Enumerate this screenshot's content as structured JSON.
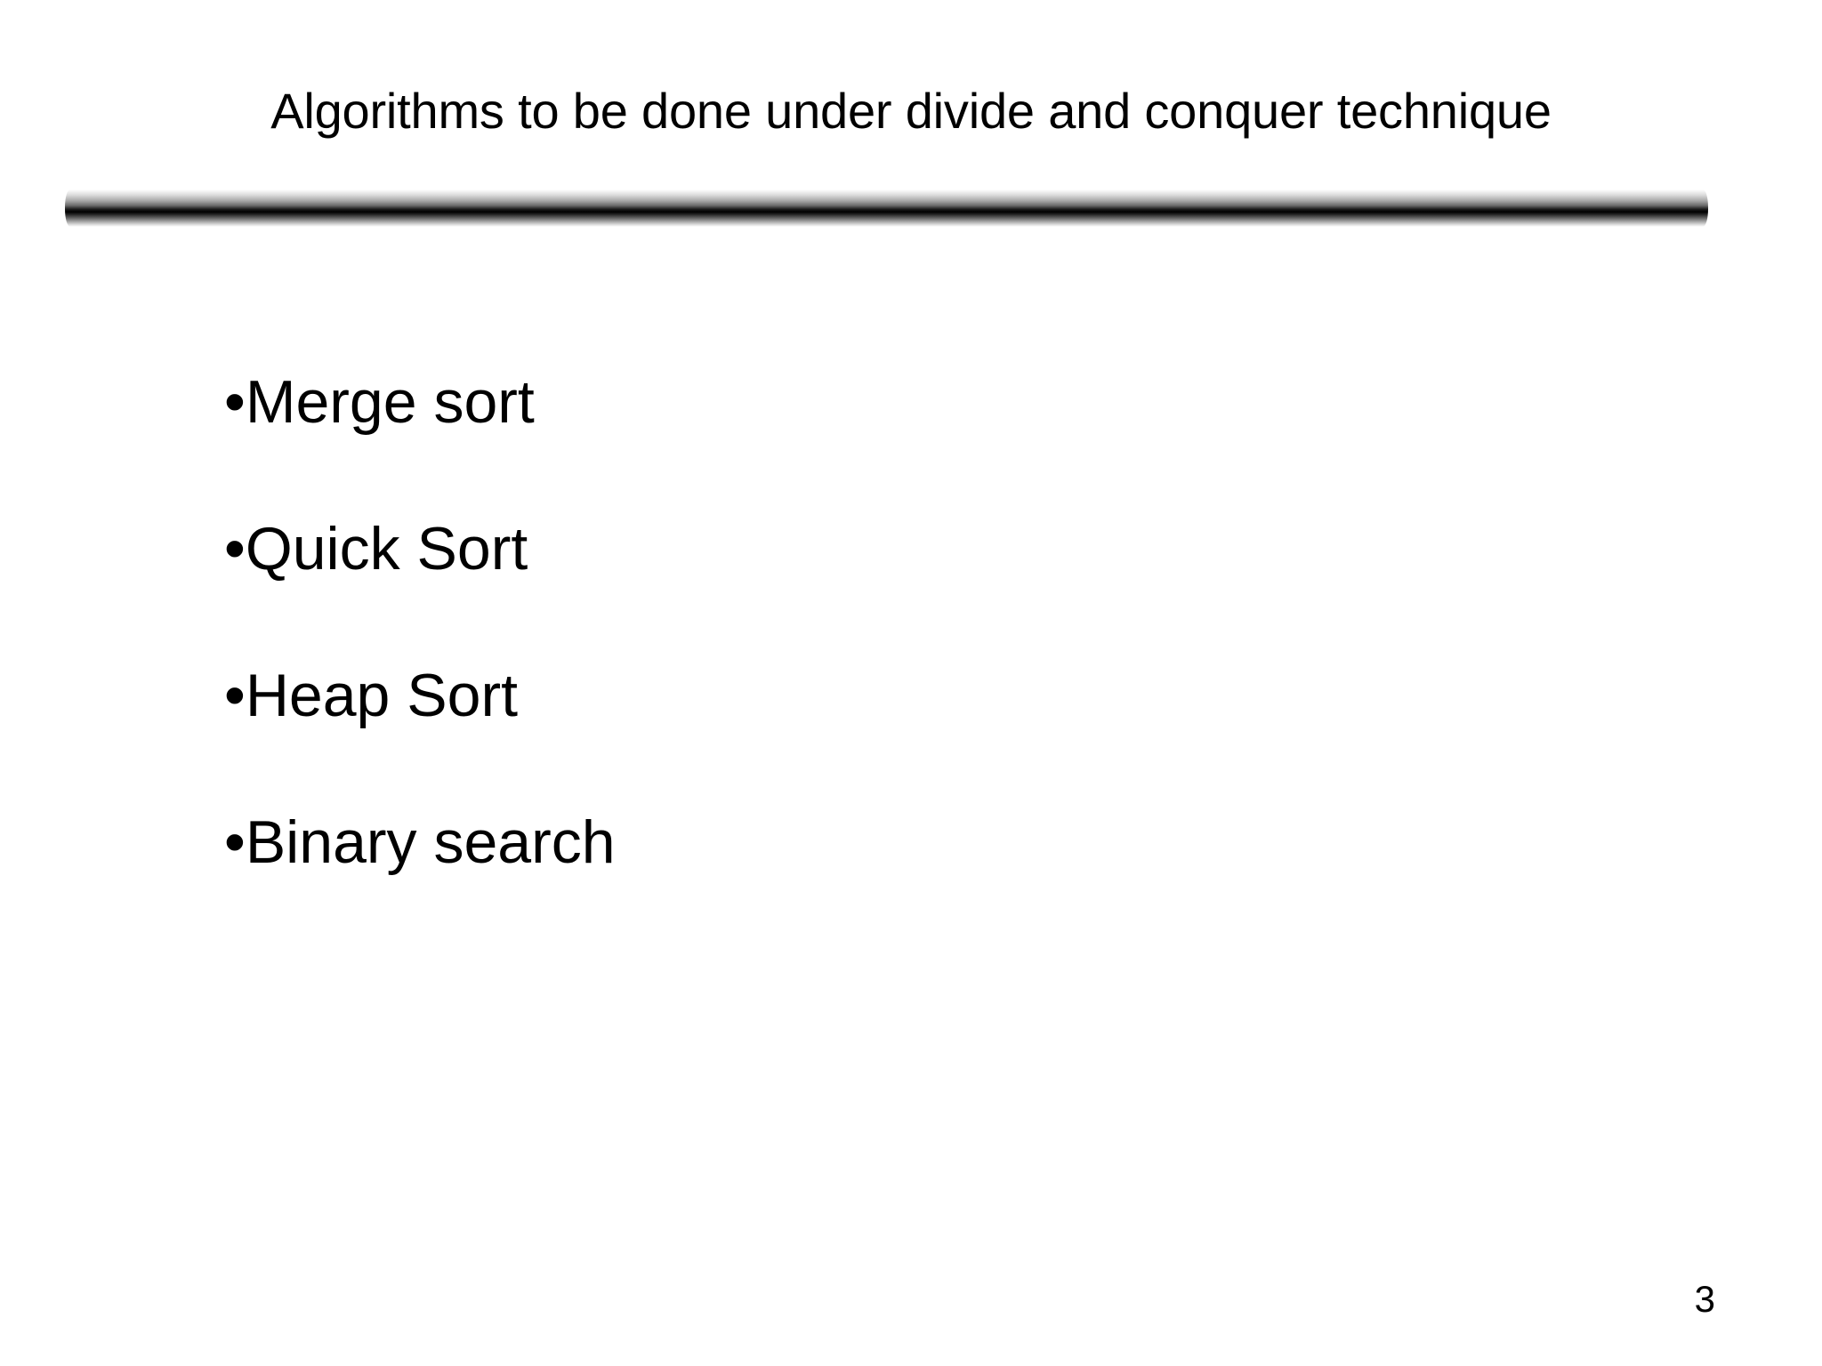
{
  "slide": {
    "title": "Algorithms to be done under divide and conquer technique",
    "page_number": "3",
    "background_color": "#ffffff",
    "text_color": "#000000",
    "divider": {
      "name": "gradient-rule",
      "highlight_color": "#ffffff",
      "shadow_color": "#000000"
    },
    "bullets": [
      {
        "marker": "•",
        "label": "Merge sort"
      },
      {
        "marker": "•",
        "label": "Quick Sort"
      },
      {
        "marker": "•",
        "label": "Heap Sort"
      },
      {
        "marker": "•",
        "label": "Binary search"
      }
    ]
  }
}
